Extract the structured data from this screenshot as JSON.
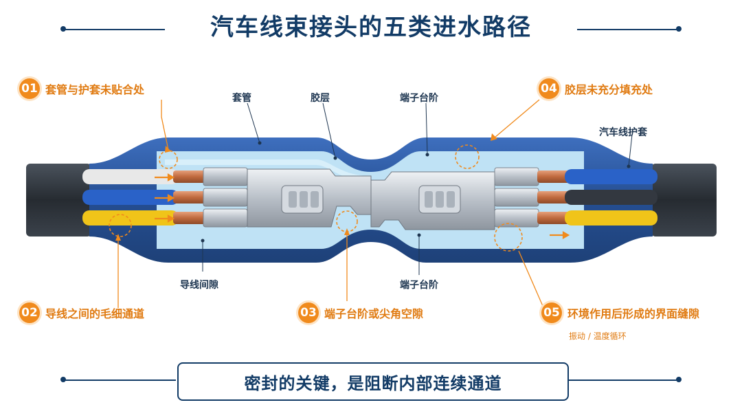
{
  "title": "汽车线束接头的五类进水路径",
  "labels": {
    "sleeve": "套管",
    "adhesive": "胶层",
    "terminal_step_top": "端子台阶",
    "jacket": "汽车线护套",
    "wire_gap": "导线间隙",
    "terminal_step_bottom": "端子台阶"
  },
  "callouts": [
    {
      "num": "01",
      "text": "套管与护套未贴合处"
    },
    {
      "num": "02",
      "text": "导线之间的毛细通道"
    },
    {
      "num": "03",
      "text": "端子台阶或尖角空隙"
    },
    {
      "num": "04",
      "text": "胶层未充分填充处"
    },
    {
      "num": "05",
      "text": "环境作用后形成的界面缝隙",
      "sub": "振动 / 温度循环"
    }
  ],
  "footer": "密封的关键，是阻断内部连续通道",
  "colors": {
    "navy": "#123b66",
    "orange": "#f08a1c",
    "sleeve_blue": "#2c5aa0",
    "adhesive": "#bfe2f5",
    "copper": "#c8754a",
    "cable_black": "#2a3036"
  },
  "wires_left": [
    {
      "color": "#e8e8e8"
    },
    {
      "color": "#2a62c8"
    },
    {
      "color": "#f0c419"
    }
  ],
  "wires_right": [
    {
      "color": "#2a62c8"
    },
    {
      "color": "#333840"
    },
    {
      "color": "#f0c419"
    }
  ]
}
